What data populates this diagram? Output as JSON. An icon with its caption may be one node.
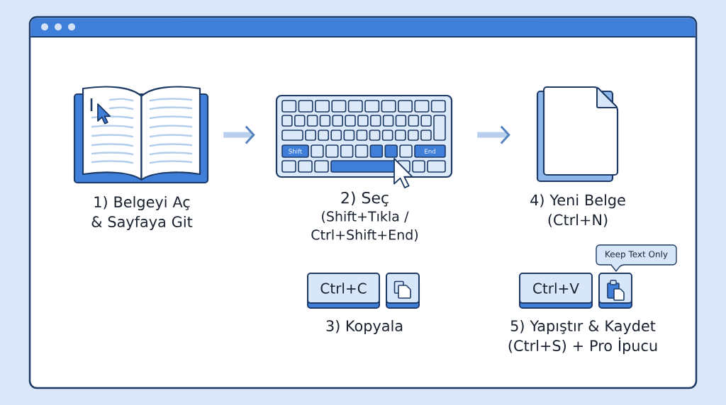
{
  "diagram": {
    "nodes": [
      {
        "text": [],
        "shape": "picture",
        "beside": [
          "1) Belgeyi Aç & Sayfaya Git"
        ]
      },
      {
        "text": [],
        "shape": "picture",
        "beside": [
          "2) Seç",
          "(Shift+Tıkla / Ctrl+Shift+End)"
        ]
      },
      {
        "text": [],
        "shape": "document",
        "beside": [
          "4) Yeni Belge (Ctrl+N)"
        ]
      },
      {
        "text": [
          "Ctrl+C"
        ]
      },
      {
        "text": [],
        "shape": "box"
      },
      {
        "text": [
          "Ctrl+V"
        ]
      },
      {
        "text": [],
        "shape": "box"
      },
      {
        "text": [
          "Keep Text Only"
        ]
      }
    ],
    "edges": [
      {
        "from": 0,
        "to": 1,
        "arrow": "to"
      },
      {
        "from": 1,
        "to": 2,
        "arrow": "to"
      }
    ],
    "labels": [
      "Shift",
      "End",
      "3) Kopyala",
      "5) Yapıştır & Kaydet (Ctrl+S) + Pro İpucu"
    ]
  }
}
